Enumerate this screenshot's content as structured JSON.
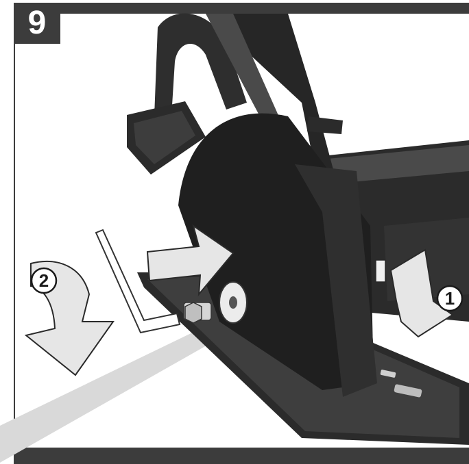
{
  "step": {
    "number": "9"
  },
  "callouts": {
    "one": "1",
    "two": "2"
  },
  "colors": {
    "frame": "#3c3c3c",
    "tool_body": "#2b2b2b",
    "tool_highlight": "#5a5a5a",
    "arrow_fill": "#e6e6e6",
    "arrow_stroke": "#2a2a2a",
    "beam": "#d9d9d9"
  },
  "icons": {
    "arrow_push_left": "push-arrow-icon",
    "arrow_push_right": "push-arrow-icon",
    "arrow_rotate": "rotate-down-arrow-icon",
    "hex_key": "hex-key-icon"
  }
}
